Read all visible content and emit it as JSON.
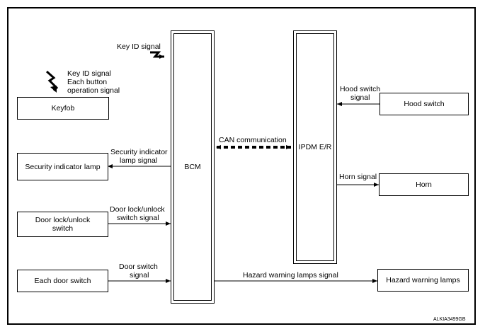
{
  "blocks": {
    "keyfob": "Keyfob",
    "security_lamp": "Security indicator lamp",
    "door_lock_switch": "Door lock/unlock switch",
    "door_switch": "Each door switch",
    "bcm": "BCM",
    "ipdm": "IPDM E/R",
    "hood_switch": "Hood switch",
    "horn": "Horn",
    "hazard_lamps": "Hazard warning lamps"
  },
  "signals": {
    "key_id_top": "Key ID signal",
    "keyfob_line1": "Key ID signal",
    "keyfob_line2": "Each button",
    "keyfob_line3": "operation signal",
    "security_line1": "Security indicator",
    "security_line2": "lamp signal",
    "door_lock_line1": "Door lock/unlock",
    "door_lock_line2": "switch signal",
    "door_switch_line1": "Door switch",
    "door_switch_line2": "signal",
    "can": "CAN communication",
    "hood_line1": "Hood switch",
    "hood_line2": "signal",
    "horn_signal": "Horn signal",
    "hazard_signal": "Hazard warning lamps signal"
  },
  "figure_code": "ALKIA3499GB"
}
